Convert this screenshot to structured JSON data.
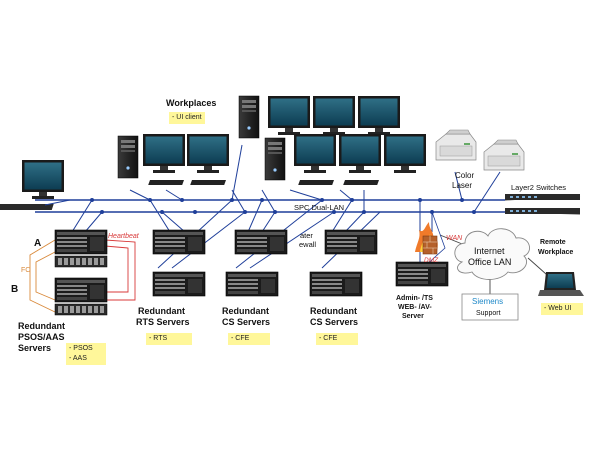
{
  "labels": {
    "workplaces": "Workplaces",
    "ui_client": "- UI client",
    "color_laser": [
      "Color",
      "Laser"
    ],
    "layer2_switches": "Layer2  Switches",
    "spc_dual_lan": "SPC Dual-LAN",
    "heartbeat": "Heartbeat",
    "firewall": [
      "ater",
      "ewall"
    ],
    "wan": "WAN",
    "dmz": "DMZ",
    "internet": [
      "Internet",
      "Office LAN"
    ],
    "siemens": "Siemens",
    "support": "Support",
    "remote": [
      "Remote",
      "Workplace"
    ],
    "web_ui": "- Web UI",
    "admin": [
      "Admin- /TS",
      "WEB- /AV-",
      "Server"
    ],
    "label_a": "A",
    "label_b": "B",
    "label_fc": "FC",
    "psos_title": [
      "Redundant",
      "PSOS/AAS",
      "Servers"
    ],
    "psos_note": [
      "- PSOS",
      "- AAS"
    ],
    "rts_title": [
      "Redundant",
      "RTS Servers"
    ],
    "rts_note": "- RTS",
    "cs1_title": [
      "Redundant",
      "CS Servers"
    ],
    "cs1_note": "- CFE",
    "cs2_title": [
      "Redundant",
      "CS Servers"
    ],
    "cs2_note": "- CFE"
  },
  "colors": {
    "lan_line": "#1f3f9a",
    "heartbeat": "#d83a3a",
    "fc_line": "#d9893a",
    "note_bg": "#fff79a",
    "siemens": "#1e88c8"
  },
  "icons": [
    "desktop-computer-icon",
    "monitor-icon",
    "tower-pc-icon",
    "rack-server-icon",
    "printer-icon",
    "switch-icon",
    "firewall-icon",
    "cloud-icon",
    "laptop-icon"
  ]
}
